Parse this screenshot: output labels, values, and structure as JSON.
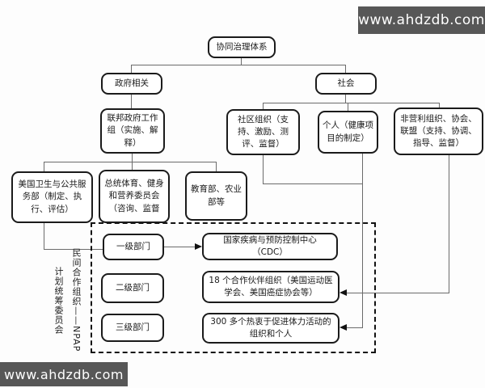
{
  "page_bg": "#fdfdfd",
  "watermark": {
    "text": "www.ahdzdb.com",
    "bg": "#575757",
    "fg": "#ffffff"
  },
  "diagram": {
    "nodes": {
      "root": {
        "label": "协同治理体系"
      },
      "gov": {
        "label": "政府相关"
      },
      "society": {
        "label": "社会"
      },
      "federal": {
        "label": "联邦政府工作\n组（实施、解\n释）"
      },
      "hhs": {
        "label": "美国卫生与公共服\n务部（制定、执\n行、评估）"
      },
      "pcsfn": {
        "label": "总统体育、健身\n和营养委员会\n（咨询、监督"
      },
      "edu": {
        "label": "教育部、农业\n部等"
      },
      "community": {
        "label": "社区组织（支\n持、激励、测\n评、监督）"
      },
      "individual": {
        "label": "个人（健康项\n目的制定）"
      },
      "nonprofit": {
        "label": "非营利组织、协会、\n联盟（支持、协调、\n指导、监督）"
      },
      "level1": {
        "label": "一级部门"
      },
      "cdc": {
        "label": "国家疾病与预防控制中心\n（CDC）"
      },
      "level2": {
        "label": "二级部门"
      },
      "partners": {
        "label": "18 个合作伙伴组织（美国运动医\n学会、美国癌症协会等）"
      },
      "level3": {
        "label": "三级部门"
      },
      "orgs": {
        "label": "300 多个热衷于促进体力活动的\n组织和个人"
      }
    },
    "side_label": {
      "col1": "民间合作组织——NPAP",
      "col2": "计划统筹委员会"
    },
    "colors": {
      "box_border": "#1b1b1b",
      "line": "#6b6b6b",
      "dashed_border": "#111111",
      "watermark_bg": "#575757"
    }
  }
}
